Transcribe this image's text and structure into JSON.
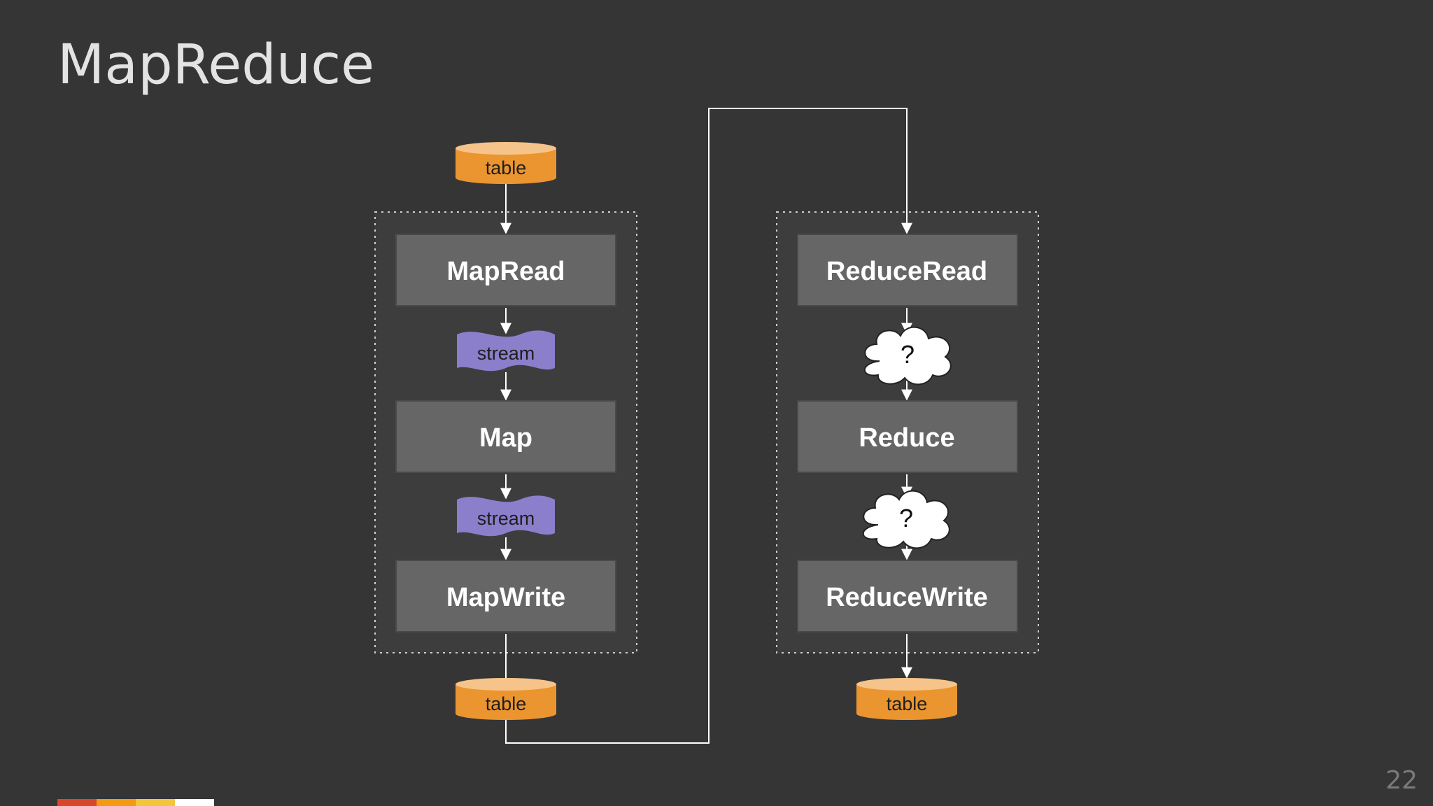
{
  "title": "MapReduce",
  "page_number": "22",
  "brand_colors": [
    "#d9472b",
    "#f29a12",
    "#f2c53d",
    "#ffffff"
  ],
  "colors": {
    "box_fill": "#666666",
    "table_fill": "#ea9530",
    "stream_fill": "#8b7fcb",
    "line": "#ffffff"
  },
  "map_phase": {
    "input_table": "table",
    "read": "MapRead",
    "stream_1": "stream",
    "process": "Map",
    "stream_2": "stream",
    "write": "MapWrite",
    "output_table": "table"
  },
  "reduce_phase": {
    "read": "ReduceRead",
    "unknown_1": "?",
    "process": "Reduce",
    "unknown_2": "?",
    "write": "ReduceWrite",
    "output_table": "table"
  }
}
